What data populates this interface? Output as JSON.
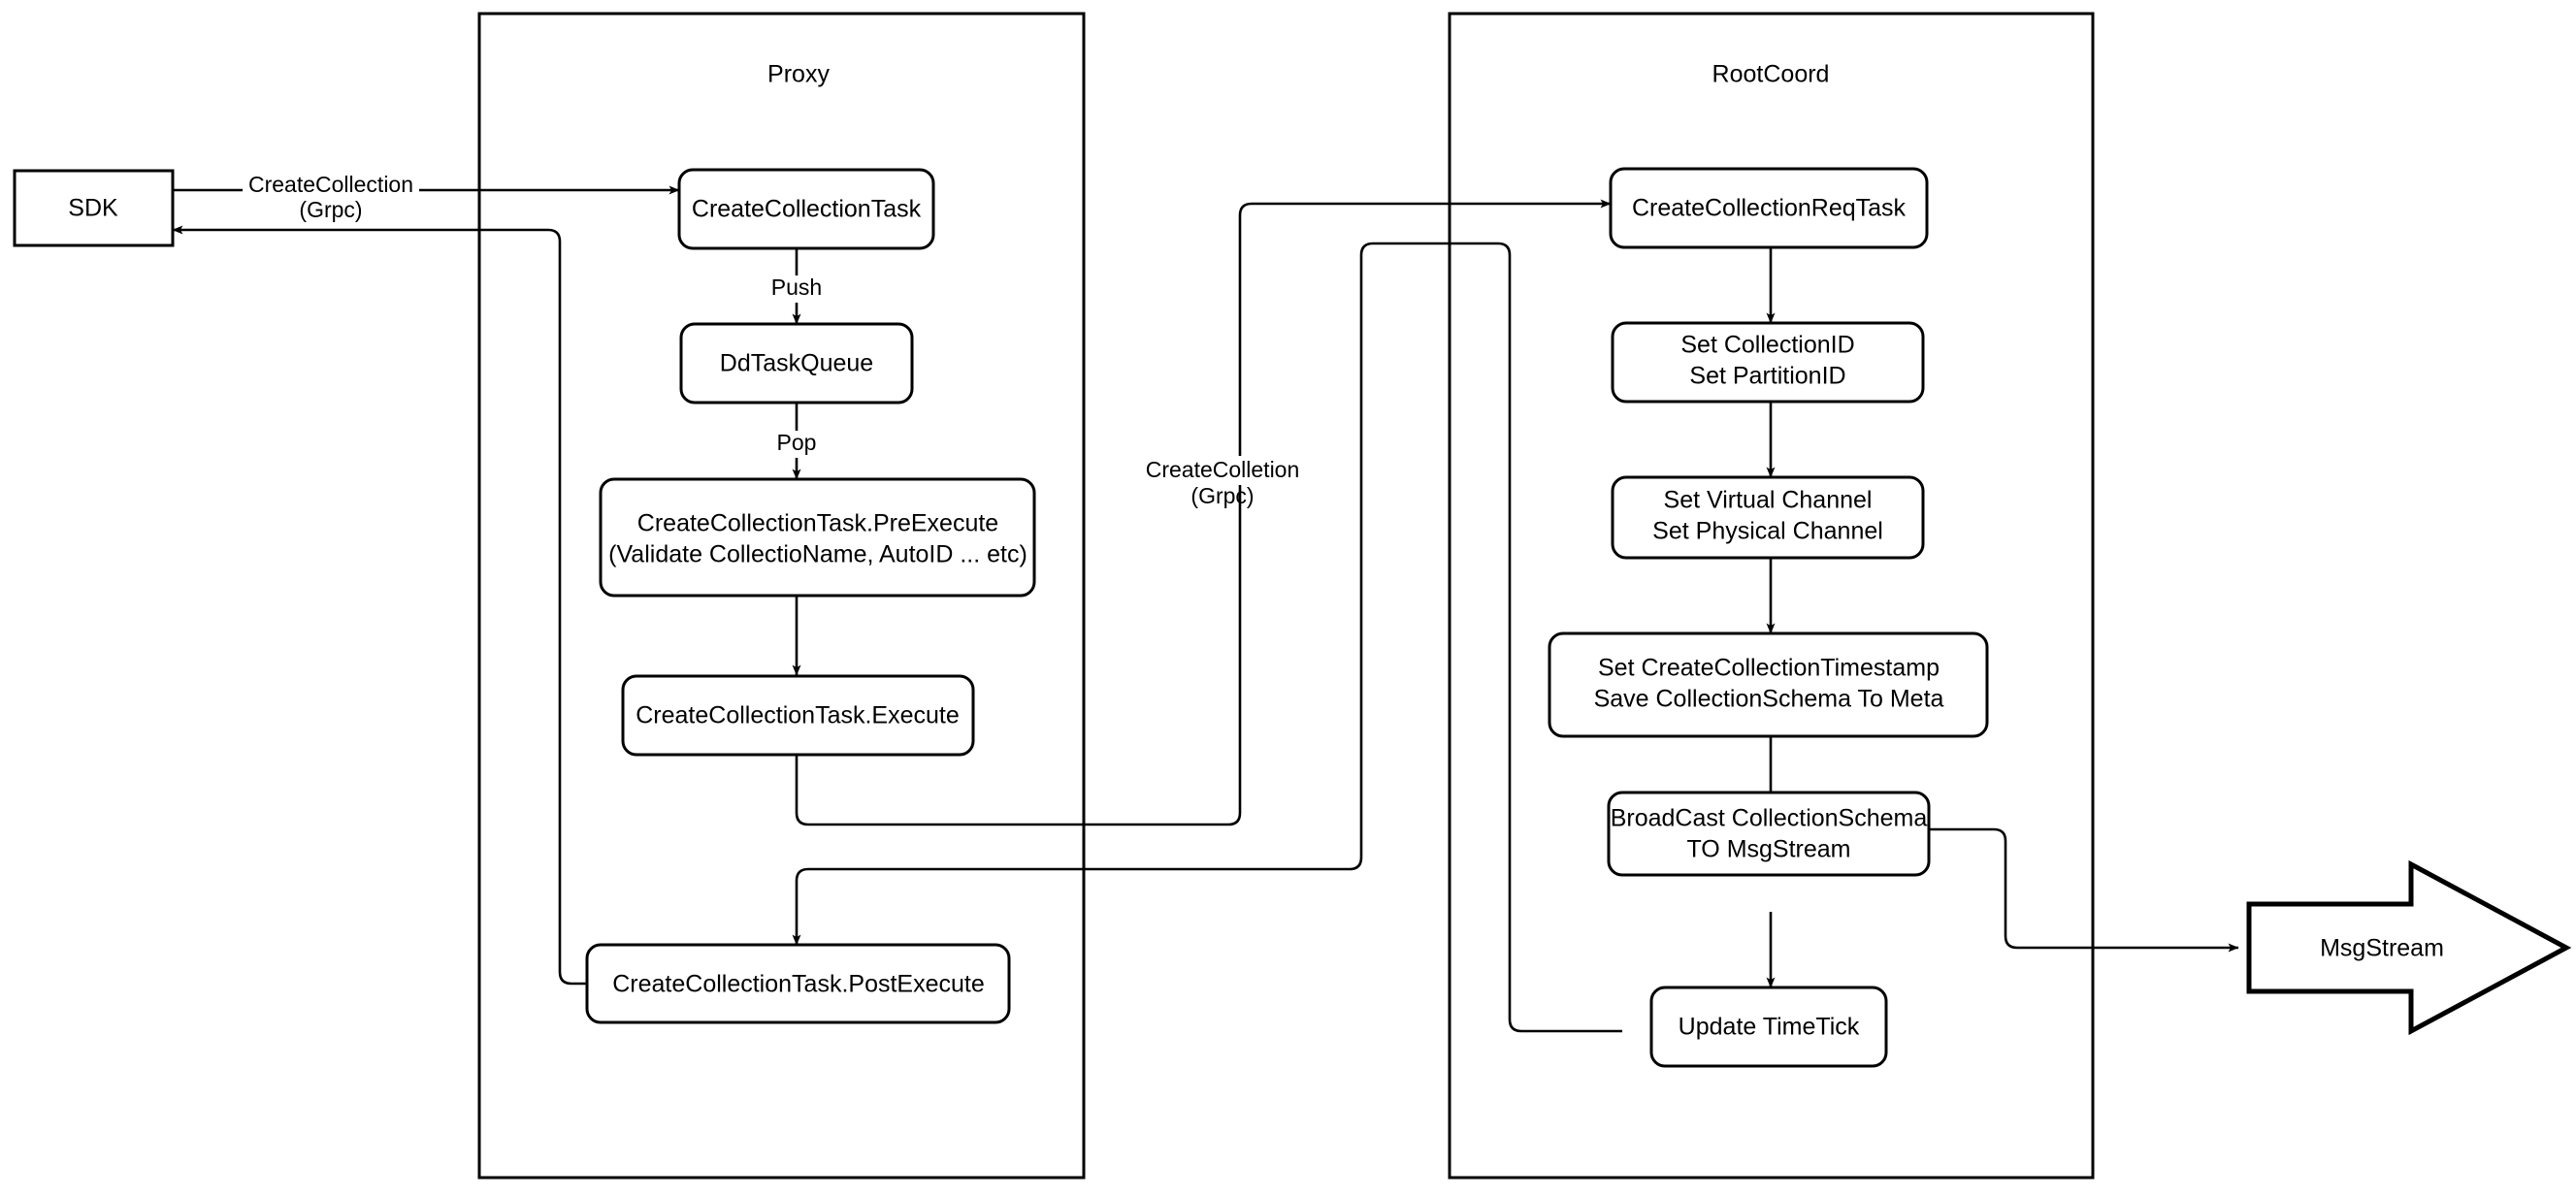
{
  "diagram": {
    "title": "Milvus CreateCollection flow",
    "background_color": "#ffffff",
    "stroke_color": "#000000",
    "containers": [
      {
        "id": "proxy",
        "label": "Proxy"
      },
      {
        "id": "rootcoord",
        "label": "RootCoord"
      }
    ],
    "nodes": {
      "sdk": "SDK",
      "create_collection_task": "CreateCollectionTask",
      "dd_task_queue": "DdTaskQueue",
      "pre_execute_line1": "CreateCollectionTask.PreExecute",
      "pre_execute_line2": "(Validate CollectioName, AutoID ... etc)",
      "execute": "CreateCollectionTask.Execute",
      "post_execute": "CreateCollectionTask.PostExecute",
      "create_collection_req_task": "CreateCollectionReqTask",
      "set_ids_line1": "Set CollectionID",
      "set_ids_line2": "Set PartitionID",
      "set_channels_line1": "Set Virtual Channel",
      "set_channels_line2": "Set Physical Channel",
      "set_meta_line1": "Set CreateCollectionTimestamp",
      "set_meta_line2": "Save CollectionSchema To Meta",
      "broadcast_line1": "BroadCast CollectionSchema",
      "broadcast_line2": "TO MsgStream",
      "update_timetick": "Update TimeTick",
      "msgstream": "MsgStream"
    },
    "edge_labels": {
      "sdk_to_proxy_line1": "CreateCollection",
      "sdk_to_proxy_line2": "(Grpc)",
      "push": "Push",
      "pop": "Pop",
      "proxy_to_rootcoord_line1": "CreateColletion",
      "proxy_to_rootcoord_line2": "(Grpc)"
    }
  }
}
